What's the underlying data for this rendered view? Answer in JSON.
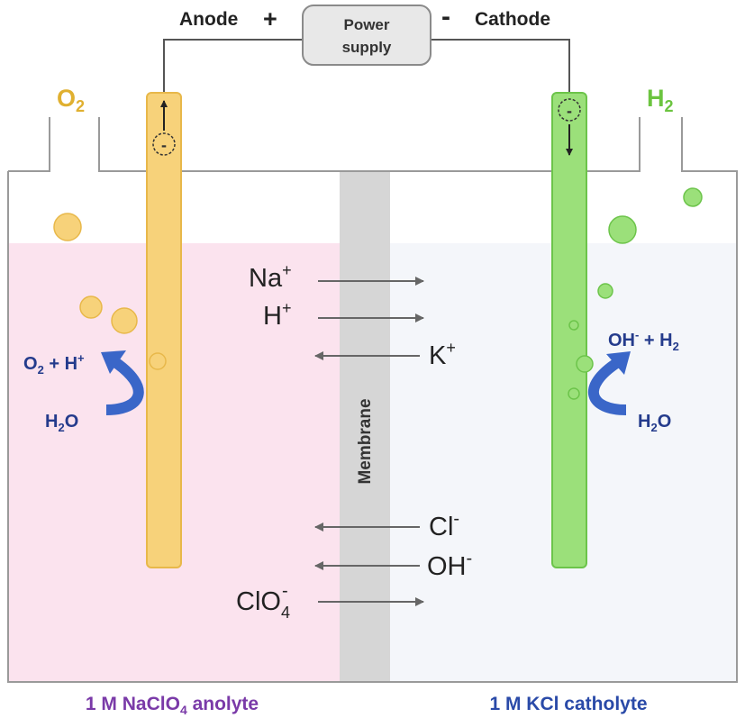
{
  "power": {
    "label_line1": "Power",
    "label_line2": "supply",
    "anode_label": "Anode",
    "anode_sign": "+",
    "cathode_sign": "-",
    "cathode_label": "Cathode"
  },
  "gases": {
    "left": {
      "base": "O",
      "sub": "2"
    },
    "right": {
      "base": "H",
      "sub": "2"
    }
  },
  "electrodes": {
    "anode_symbol": "-",
    "cathode_symbol": "-"
  },
  "membrane": {
    "label": "Membrane"
  },
  "ions": {
    "na": {
      "base": "Na",
      "sup": "+"
    },
    "h": {
      "base": "H",
      "sup": "+"
    },
    "k": {
      "base": "K",
      "sup": "+"
    },
    "cl": {
      "base": "Cl",
      "sup": "-"
    },
    "oh": {
      "base": "OH",
      "sup": "-"
    },
    "clo4": {
      "base": "ClO",
      "sub": "4",
      "sup": "-"
    }
  },
  "reactions": {
    "anode_product": {
      "o": "O",
      "o_sub": "2",
      "plus": " + H",
      "h_sup": "+"
    },
    "anode_reactant": {
      "h": "H",
      "h_sub": "2",
      "o": "O"
    },
    "cathode_product": {
      "oh": "OH",
      "oh_sup": "-",
      "plus": " + H",
      "h_sub": "2"
    },
    "cathode_reactant": {
      "h": "H",
      "h_sub": "2",
      "o": "O"
    }
  },
  "labels": {
    "anolyte": {
      "prefix": "1 M NaClO",
      "sub": "4",
      "suffix": " anolyte"
    },
    "catholyte": "1 M KCl catholyte"
  },
  "colors": {
    "anode": "#f7d27a",
    "anode_stroke": "#e8b84a",
    "cathode": "#9be07a",
    "cathode_stroke": "#6cc44a",
    "anolyte_bg": "#fbe3ee",
    "catholyte_bg": "#f4f6fa",
    "membrane": "#d6d6d6",
    "reaction_arrow": "#3a66c8",
    "reaction_text": "#243b8c",
    "anolyte_text": "#7a3aa8",
    "catholyte_text": "#2a4aa8",
    "o2_text": "#e0b030",
    "h2_text": "#6cc440"
  }
}
